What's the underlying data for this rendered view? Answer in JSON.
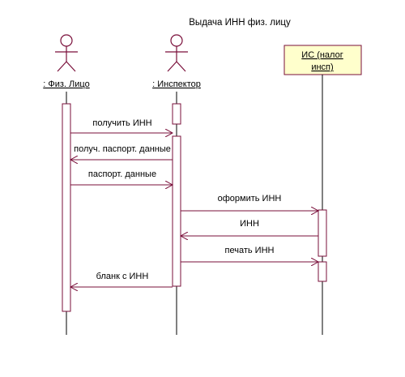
{
  "diagram": {
    "title": "Выдача ИНН физ. лицу",
    "participants": [
      {
        "label": ": Физ. Лицо"
      },
      {
        "label": ": Инспектор"
      },
      {
        "label_line1": "ИС (налог",
        "label_line2": "инсп)"
      }
    ],
    "messages": [
      {
        "label": "получить ИНН"
      },
      {
        "label": "получ. паспорт. данные"
      },
      {
        "label": "паспорт. данные"
      },
      {
        "label": "оформить ИНН"
      },
      {
        "label": "ИНН"
      },
      {
        "label": "печать ИНН"
      },
      {
        "label": "бланк с ИНН"
      }
    ]
  },
  "colors": {
    "accent": "#7a0f3a",
    "system_box_fill": "#ffffcc"
  }
}
